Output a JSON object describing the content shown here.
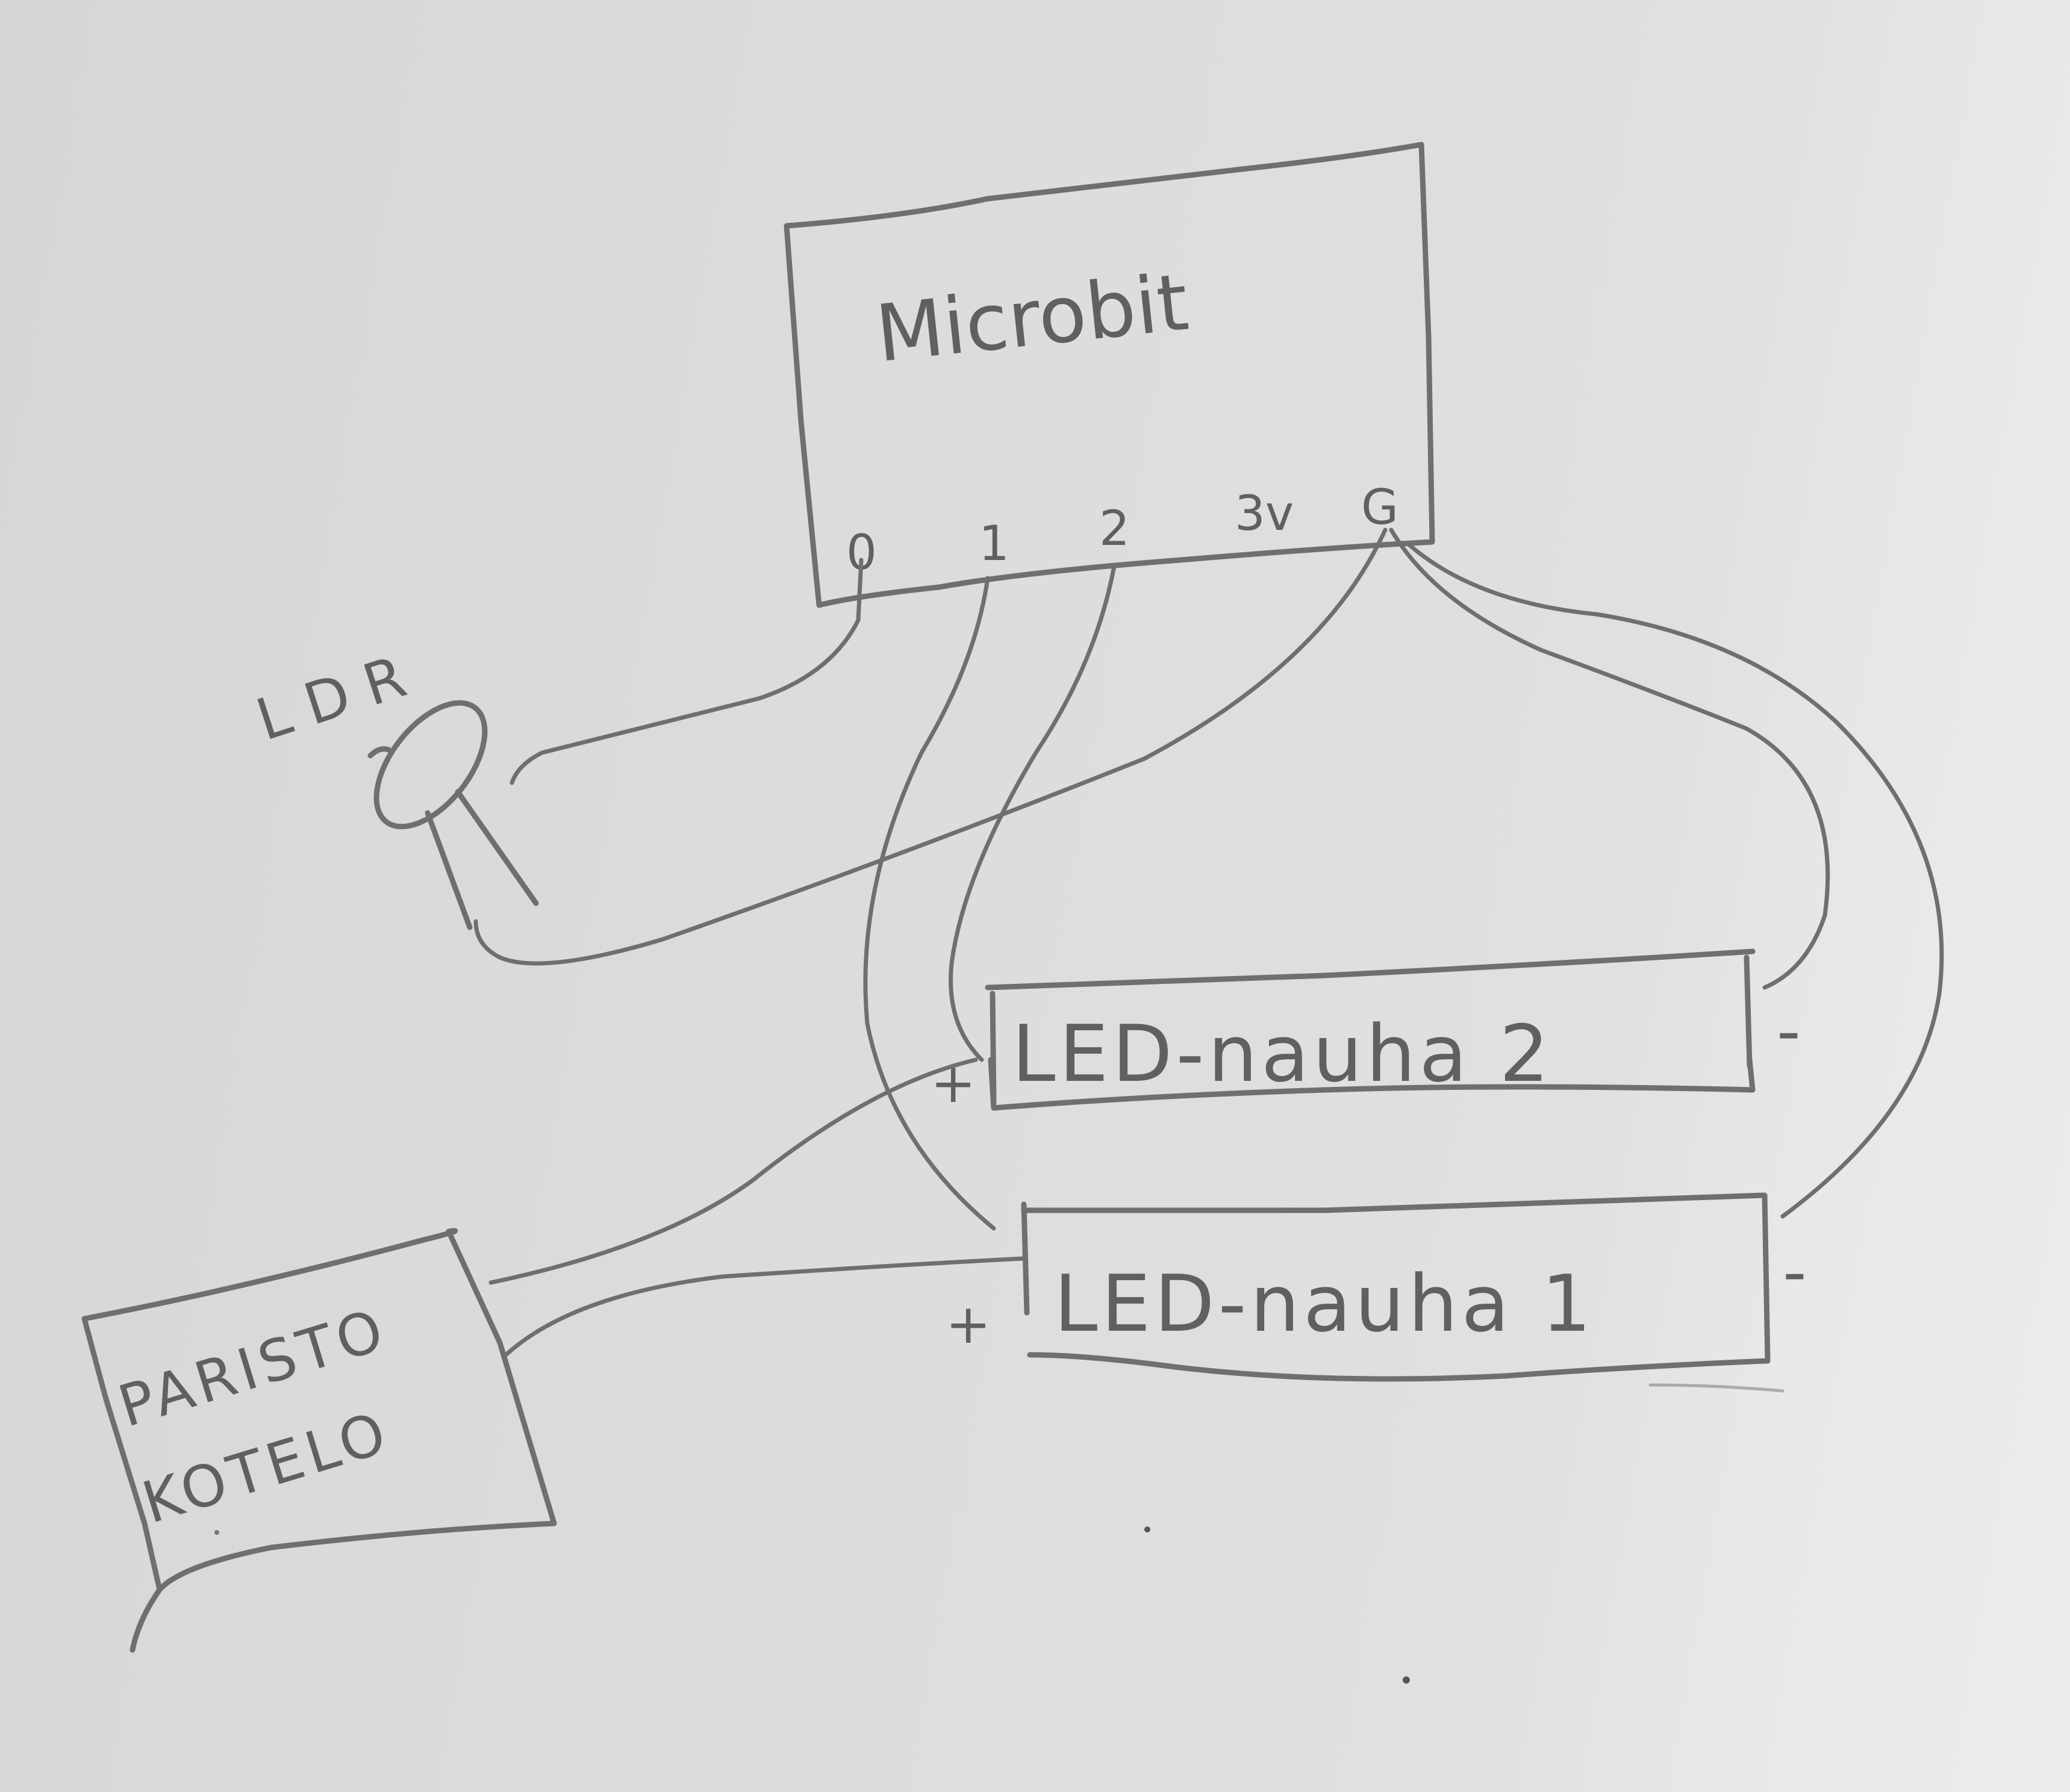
{
  "diagram": {
    "type": "hand-drawn wiring sketch",
    "colors": {
      "pencil": "#6f6f6f",
      "paper": "#dcdcdc"
    },
    "components": {
      "microbit": {
        "label": "Microbit",
        "pins": [
          "0",
          "1",
          "2",
          "3v",
          "G"
        ]
      },
      "ldr": {
        "label": "LDR"
      },
      "led_strip_2": {
        "label": "LED-nauha 2",
        "plus": "+",
        "minus": "-"
      },
      "led_strip_1": {
        "label": "LED-nauha 1",
        "plus": "+",
        "minus": "-"
      },
      "battery": {
        "label_line1": "PARISTO",
        "label_line2": "KOTELO"
      }
    },
    "connections": [
      {
        "from": "microbit.pin0",
        "to": "ldr.leg1"
      },
      {
        "from": "microbit.G",
        "to": "ldr.leg2"
      },
      {
        "from": "microbit.pin1",
        "to": "led_strip_1.plus"
      },
      {
        "from": "microbit.pin2",
        "to": "led_strip_2.plus"
      },
      {
        "from": "microbit.G",
        "to": "led_strip_2.minus"
      },
      {
        "from": "microbit.G",
        "to": "led_strip_1.minus"
      },
      {
        "from": "battery",
        "to": "led_strip_2.plus"
      },
      {
        "from": "battery",
        "to": "led_strip_1.plus"
      }
    ]
  }
}
